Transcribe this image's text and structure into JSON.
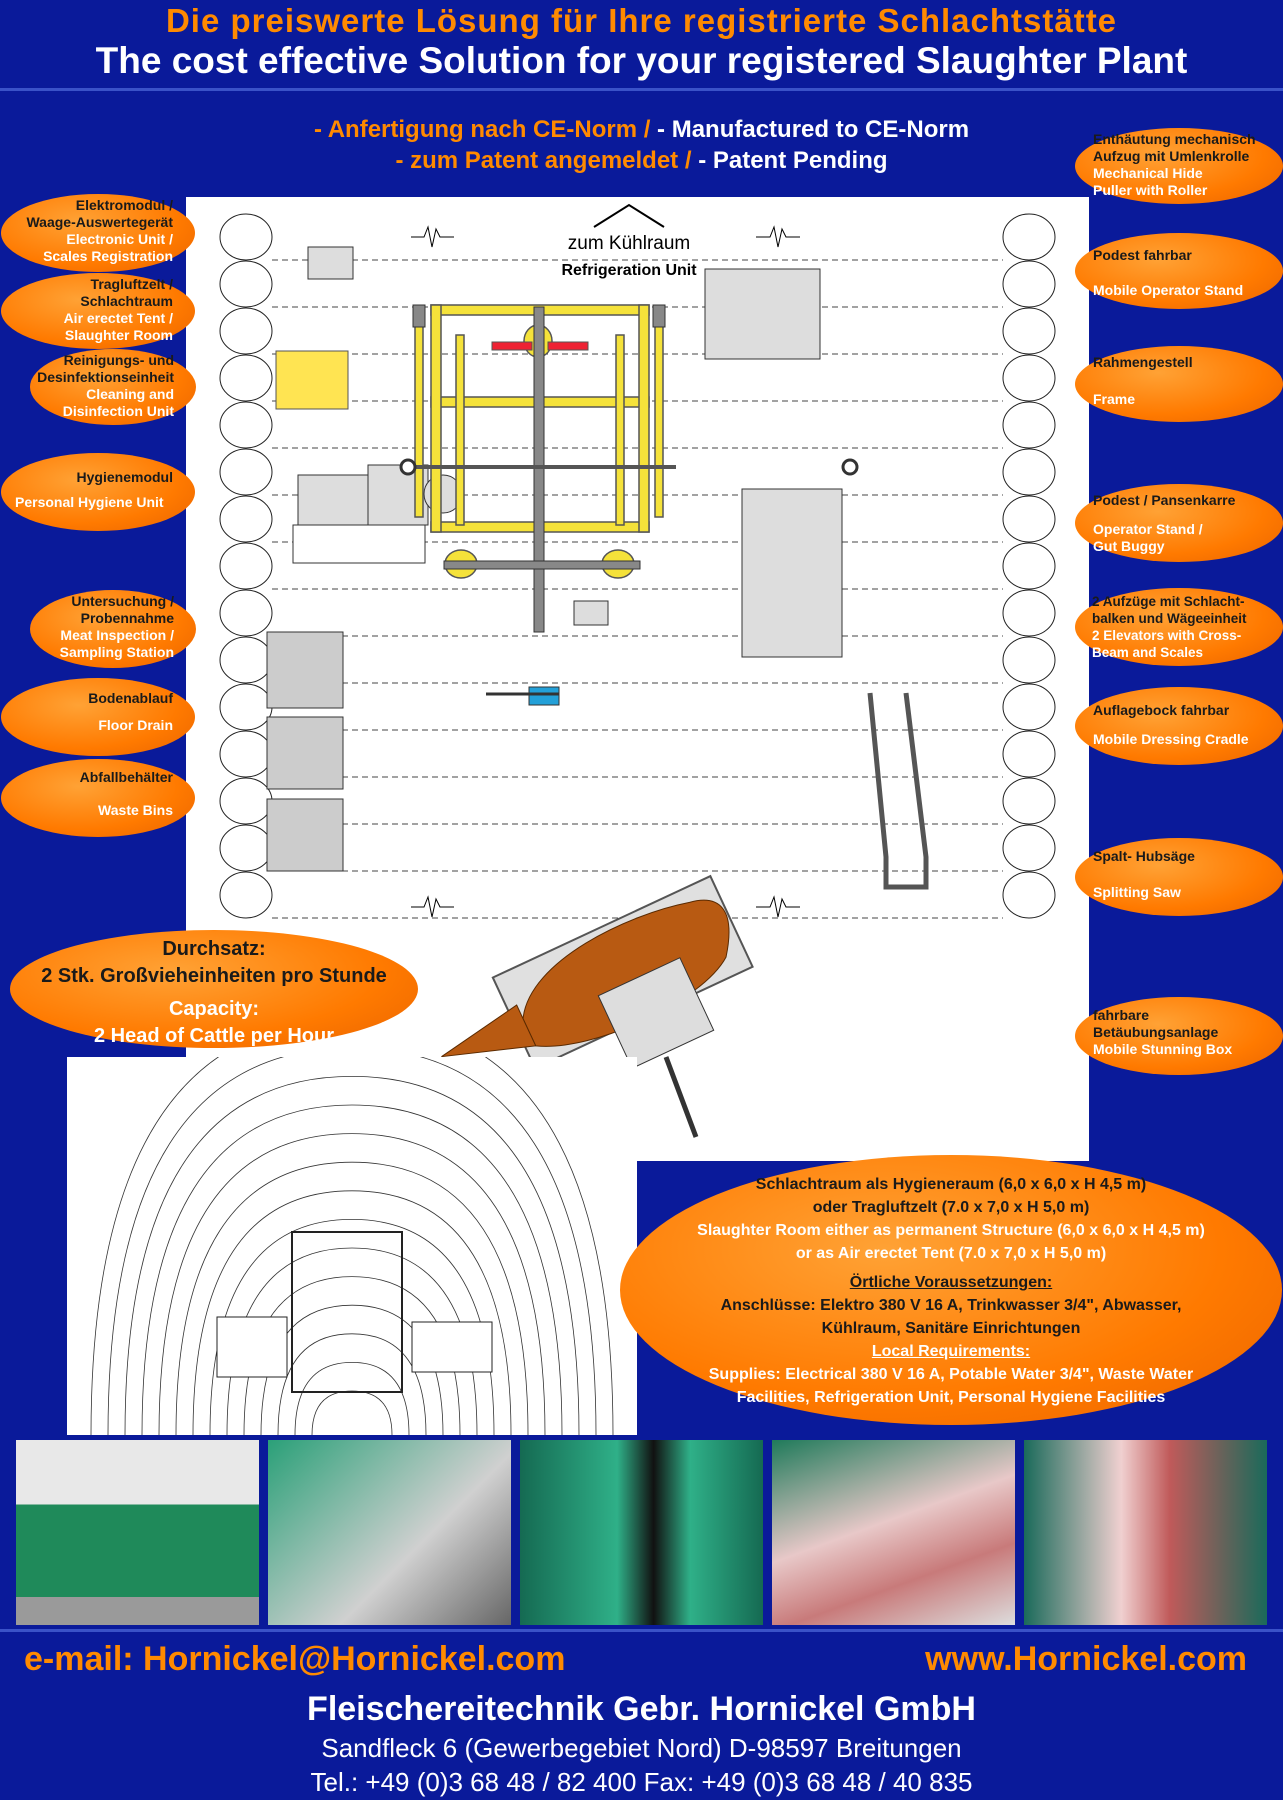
{
  "header": {
    "title_de": "Die preiswerte Lösung für Ihre registrierte Schlachtstätte",
    "title_en": "The cost effective Solution for your registered Slaughter Plant"
  },
  "features": [
    {
      "de": "- Anfertigung nach CE-Norm /",
      "en": "- Manufactured to CE-Norm"
    },
    {
      "de": "- zum Patent angemeldet /",
      "en": "- Patent Pending"
    }
  ],
  "plan": {
    "top_label": "zum Kühlraum",
    "top_label_en": "Refrigeration Unit"
  },
  "labels_left": [
    {
      "de": "Elektromodul /\nWaage-Auswertegerät",
      "en": "Electronic Unit /\nScales Registration"
    },
    {
      "de": "Tragluftzelt /\nSchlachtraum",
      "en": "Air erectet Tent /\nSlaughter Room"
    },
    {
      "de": "Reinigungs- und\nDesinfektionseinheit",
      "en": "Cleaning and\nDisinfection Unit"
    },
    {
      "de": "Hygienemodul",
      "en": "Personal Hygiene Unit"
    },
    {
      "de": "Untersuchung /\nProbennahme",
      "en": "Meat Inspection /\nSampling Station"
    },
    {
      "de": "Bodenablauf",
      "en": "Floor Drain"
    },
    {
      "de": "Abfallbehälter",
      "en": "Waste Bins"
    }
  ],
  "labels_right": [
    {
      "de": "Enthäutung mechanisch\nAufzug mit Umlenkrolle",
      "en": "Mechanical Hide\nPuller with Roller"
    },
    {
      "de": "Podest fahrbar",
      "en": "Mobile Operator Stand"
    },
    {
      "de": "Rahmengestell",
      "en": "Frame"
    },
    {
      "de": "Podest / Pansenkarre",
      "en": "Operator Stand /\nGut Buggy"
    },
    {
      "de": "2 Aufzüge mit Schlacht-\nbalken und Wägeeinheit",
      "en": "2 Elevators with Cross-\nBeam and Scales"
    },
    {
      "de": "Auflagebock fahrbar",
      "en": "Mobile Dressing Cradle"
    },
    {
      "de": "Spalt- Hubsäge",
      "en": "Splitting Saw"
    },
    {
      "de": "fahrbare\nBetäubungsanlage",
      "en": "Mobile Stunning Box"
    }
  ],
  "capacity": {
    "de_title": "Durchsatz:",
    "de_value": "2 Stk. Großvieheinheiten pro Stunde",
    "en_title": "Capacity:",
    "en_value": "2 Head of Cattle per Hour"
  },
  "requirements": {
    "room_de_1": "Schlachtraum als Hygieneraum (6,0 x 6,0 x H 4,5 m)",
    "room_de_2": "oder Tragluftzelt (7.0 x 7,0 x H 5,0 m)",
    "room_en_1": "Slaughter Room either as permanent Structure (6,0 x 6,0 x H 4,5 m)",
    "room_en_2": "or as Air erectet Tent (7.0 x 7,0 x H 5,0 m)",
    "local_de_title": "Örtliche Voraussetzungen:",
    "local_de_1": "Anschlüsse: Elektro 380 V 16 A, Trinkwasser 3/4\", Abwasser,",
    "local_de_2": "Kühlraum, Sanitäre Einrichtungen",
    "local_en_title": "Local Requirements:",
    "local_en_1": "Supplies: Electrical 380 V 16 A, Potable Water 3/4\", Waste Water",
    "local_en_2": "Facilities, Refrigeration Unit, Personal Hygiene Facilities"
  },
  "footer": {
    "email": "e-mail: Hornickel@Hornickel.com",
    "web": "www.Hornickel.com",
    "company": "Fleischereitechnik Gebr. Hornickel GmbH",
    "address": "Sandfleck 6  (Gewerbegebiet Nord)  D-98597 Breitungen",
    "tel": "Tel.: +49 (0)3 68 48 / 82 400 Fax: +49 (0)3 68 48 / 40 835"
  },
  "colors": {
    "background": "#0a1a9a",
    "accent": "#ff8a00",
    "frame": "#f5e23a"
  }
}
